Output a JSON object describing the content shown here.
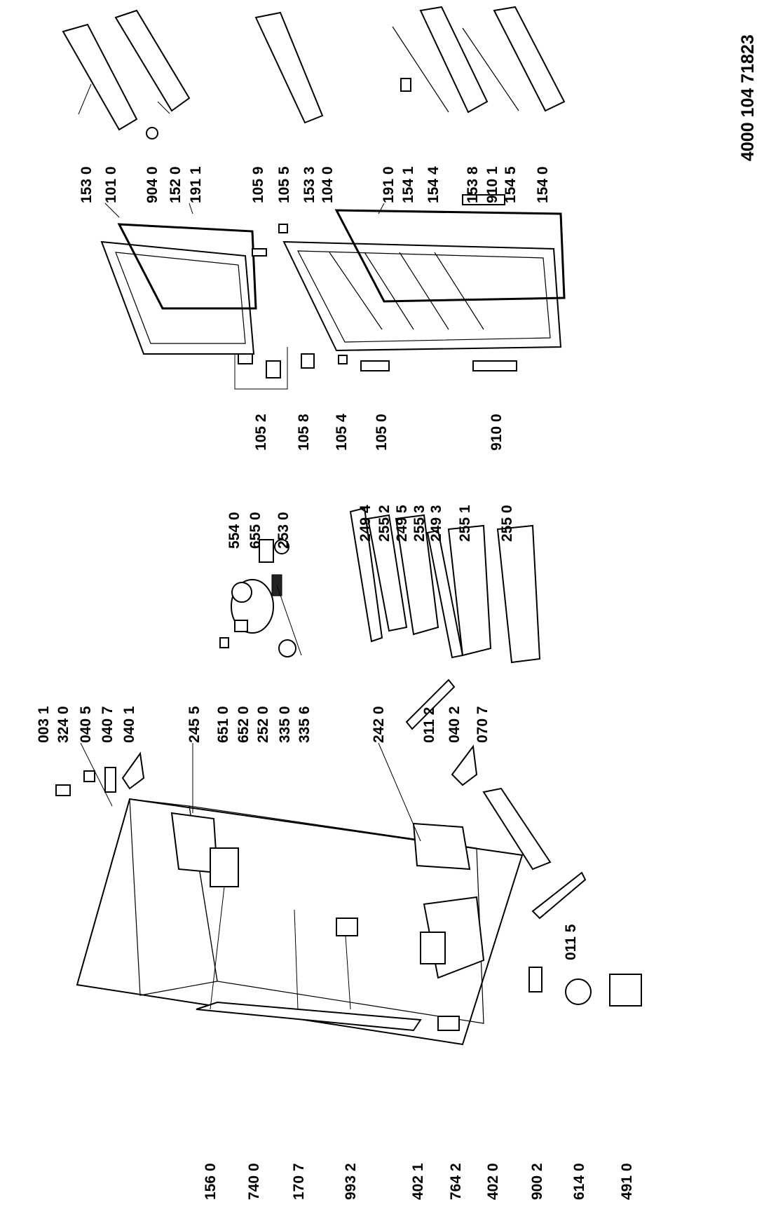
{
  "document_number": "4000 104 71823",
  "part_labels": {
    "p1530": "153 0",
    "p1010": "101 0",
    "p9040": "904 0",
    "p1520": "152 0",
    "p1911": "191 1",
    "p1059": "105 9",
    "p1055": "105 5",
    "p1533": "153 3",
    "p1040": "104 0",
    "p1910": "191 0",
    "p1541": "154 1",
    "p1544": "154 4",
    "p1538": "153 8",
    "p9101": "910 1",
    "p1545": "154 5",
    "p1540": "154 0",
    "p1052": "105 2",
    "p1058": "105 8",
    "p1054": "105 4",
    "p1050": "105 0",
    "p9100": "910 0",
    "p5540": "554 0",
    "p6550": "655 0",
    "p2530": "253 0",
    "p2494": "249 4",
    "p2552": "255 2",
    "p2495": "249 5",
    "p2553": "255 3",
    "p2493": "249 3",
    "p2551": "255 1",
    "p2550": "255 0",
    "p0031": "003 1",
    "p3240": "324 0",
    "p0405": "040 5",
    "p0407": "040 7",
    "p0401": "040 1",
    "p2455": "245 5",
    "p6510": "651 0",
    "p6520": "652 0",
    "p2520": "252 0",
    "p3350": "335 0",
    "p3356": "335 6",
    "p2420": "242 0",
    "p0112": "011 2",
    "p0402": "040 2",
    "p0707": "070 7",
    "p0115": "011 5",
    "p1560": "156 0",
    "p7400": "740 0",
    "p1707": "170 7",
    "p9932": "993 2",
    "p4021": "402 1",
    "p7642": "764 2",
    "p4020": "402 0",
    "p9002": "900 2",
    "p6140": "614 0",
    "p4910": "491 0"
  }
}
